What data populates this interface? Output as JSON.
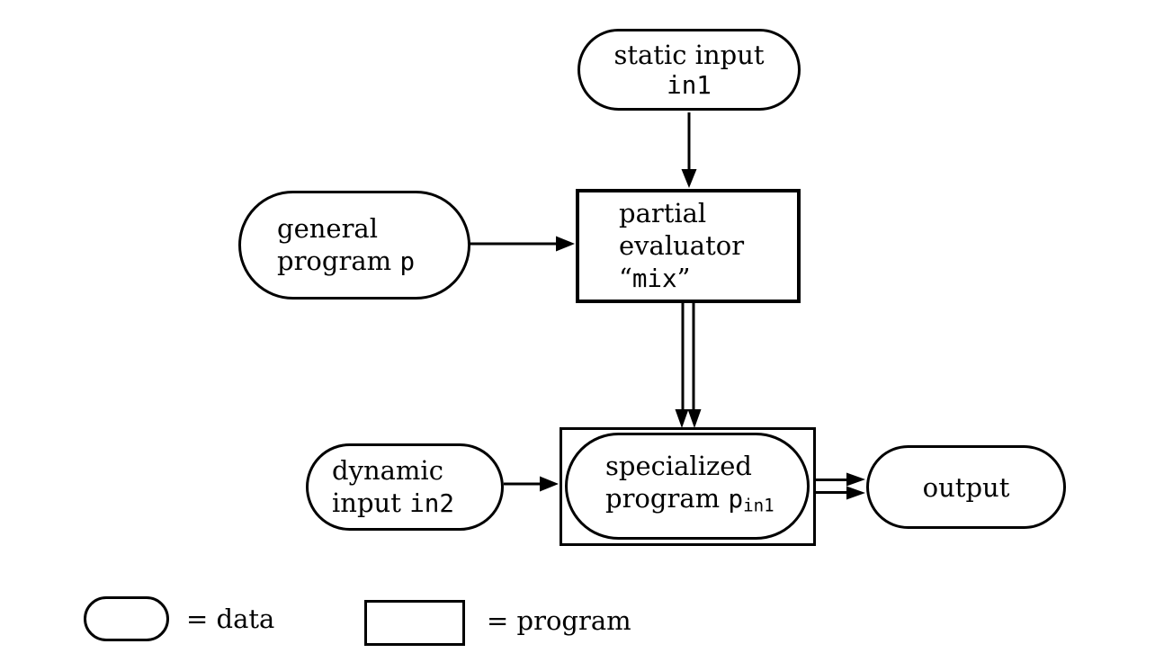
{
  "diagram": {
    "nodes": {
      "static_input": {
        "line1": "static input",
        "code": "in1"
      },
      "general_program": {
        "line1": "general",
        "line2": "program",
        "code": "p"
      },
      "mix": {
        "line1": "partial",
        "line2": "evaluator",
        "quote_open": "“",
        "code": "mix",
        "quote_close": "”"
      },
      "specialized_program": {
        "line1": "specialized",
        "line2": "program",
        "code_base": "p",
        "code_sub": "in1"
      },
      "dynamic_input": {
        "line1": "dynamic",
        "line2": "input",
        "code": "in2"
      },
      "output": {
        "label": "output"
      }
    },
    "legend": {
      "data_label": "= data",
      "program_label": "= program"
    },
    "colors": {
      "ink": "#000000",
      "paper": "#ffffff"
    }
  }
}
